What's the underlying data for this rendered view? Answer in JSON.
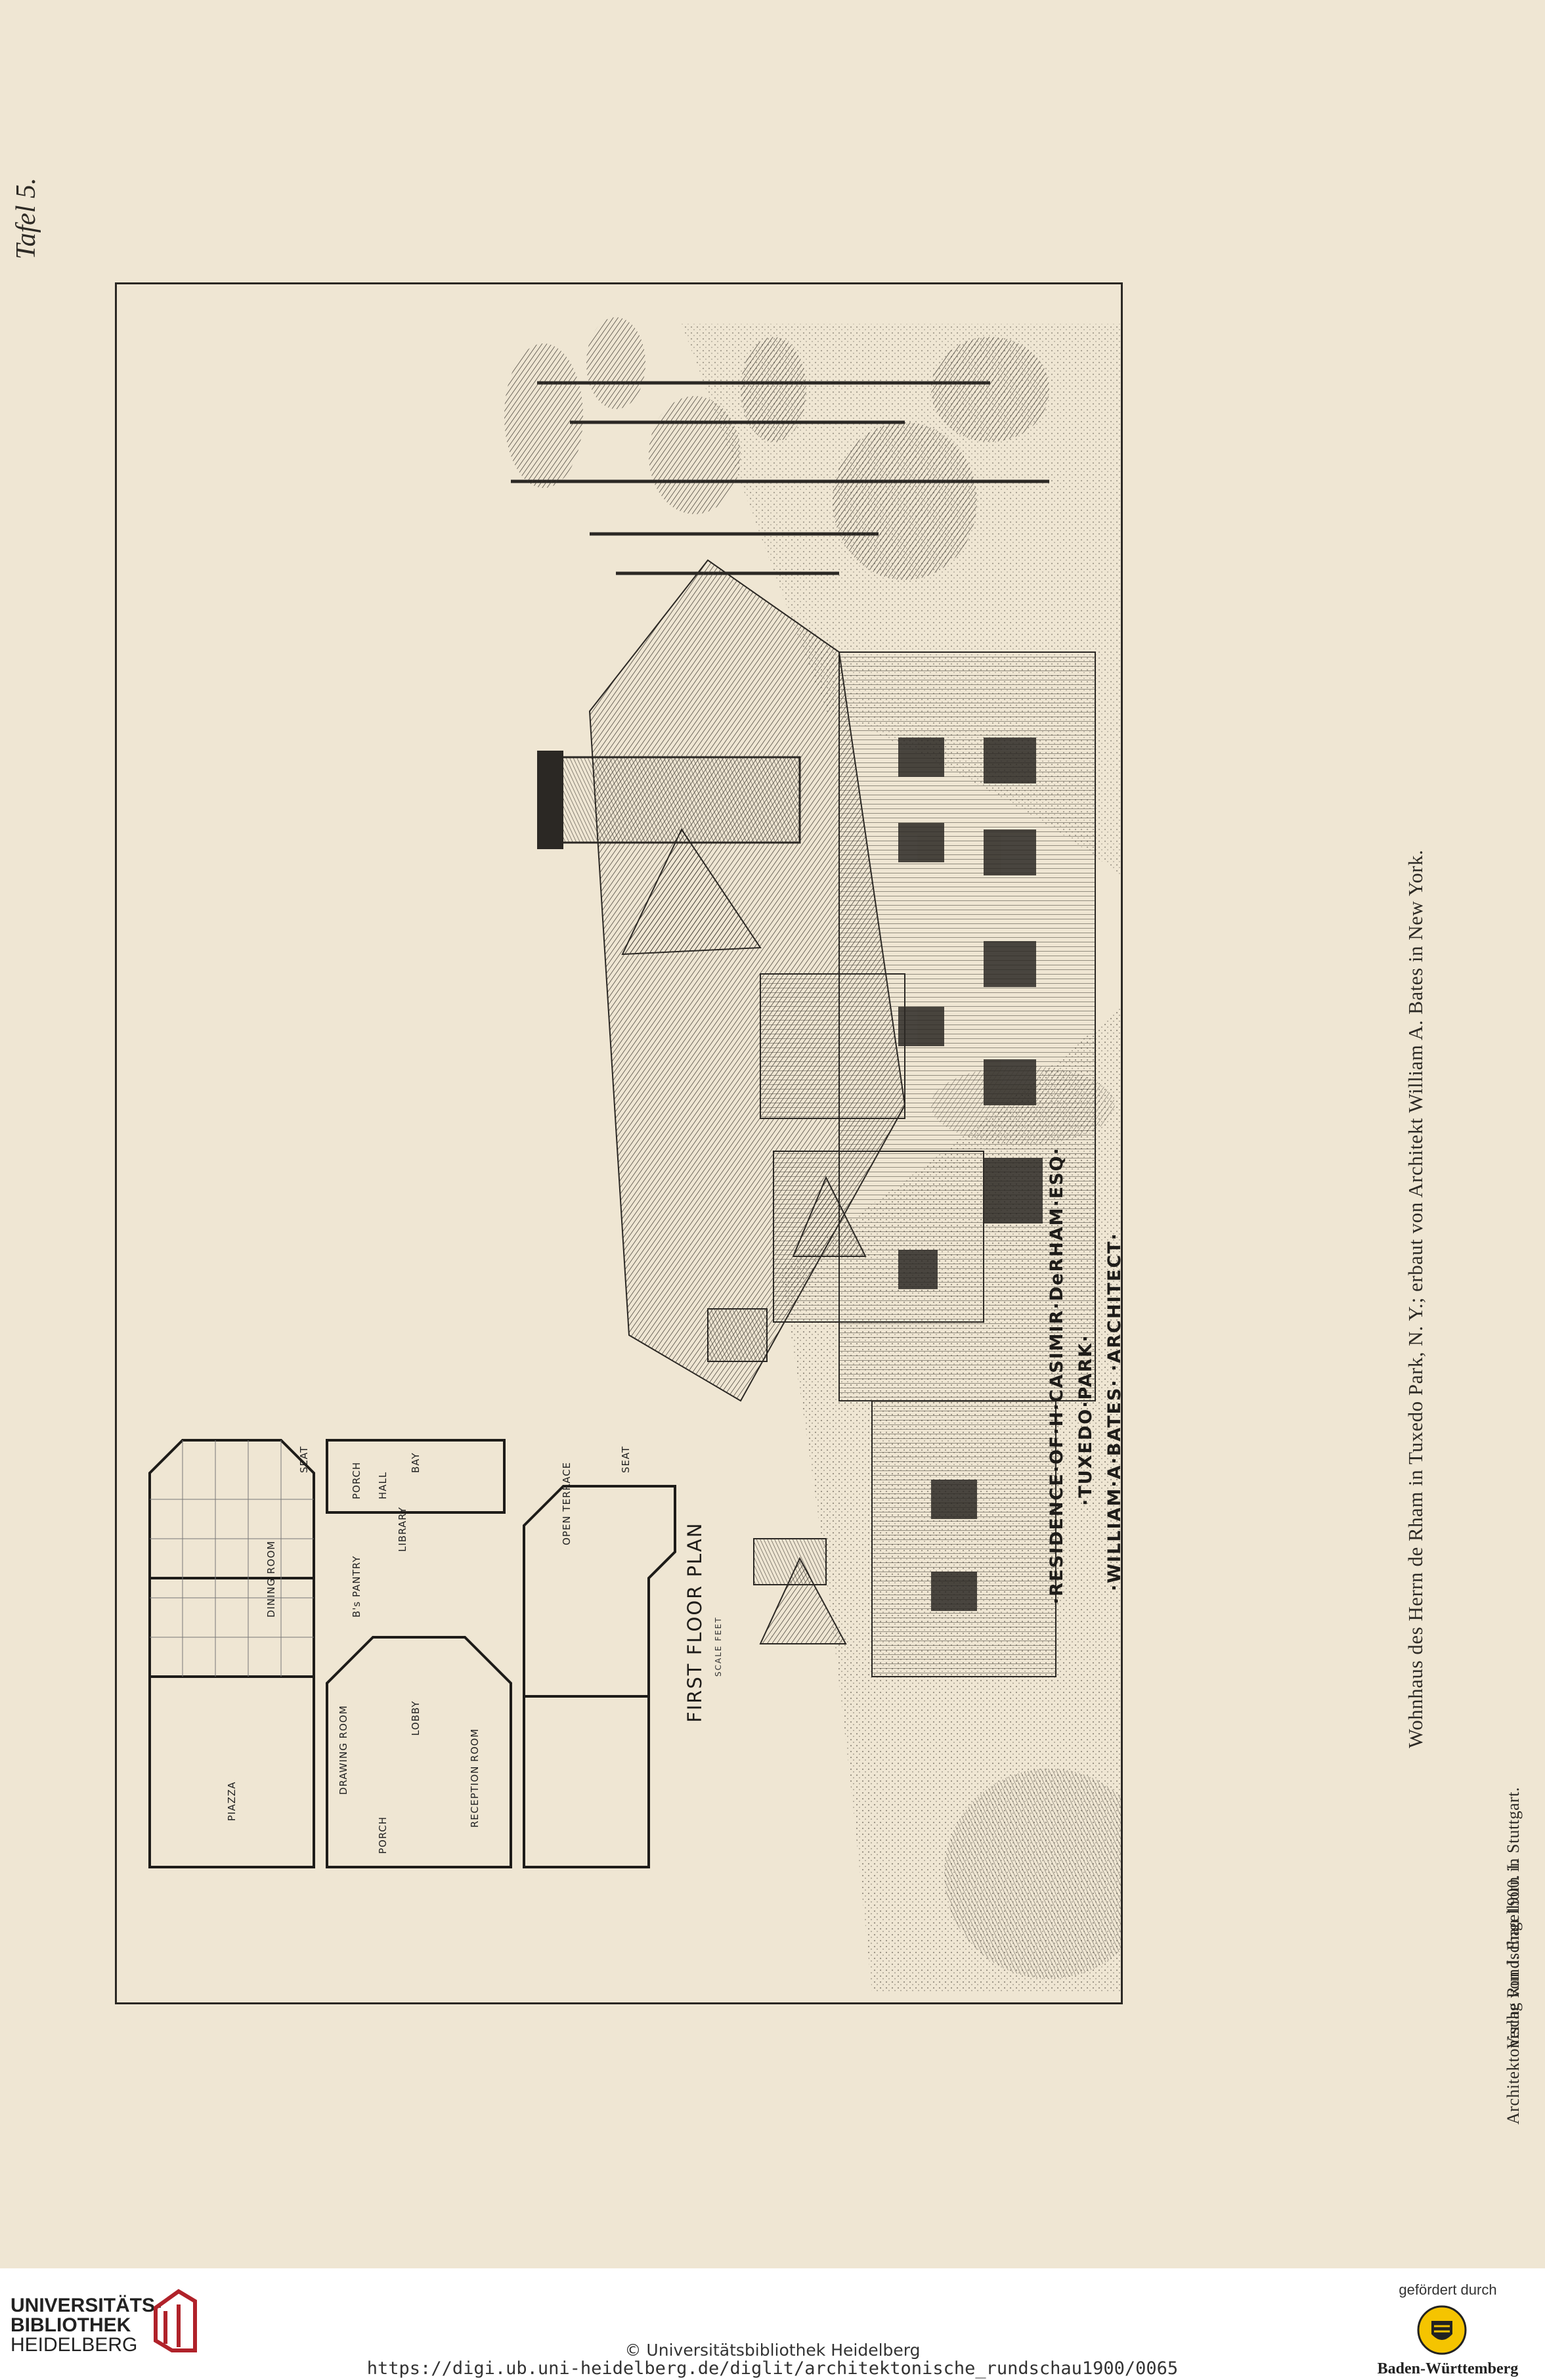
{
  "plate": {
    "tafel": "Tafel 5.",
    "caption": "Wohnhaus des Herrn de Rham in Tuxedo Park, N. Y.; erbaut von Architekt William A. Bates in New York.",
    "publisher": "Verlag von J. Engelhorn in Stuttgart.",
    "journal": "Architektonische Rundschau 1900.  I."
  },
  "drawing": {
    "residence_lines": [
      "·RESIDENCE·OF·H·CASIMIR·DeRHAM·ESQ·",
      "·TUXEDO·PARK·",
      "·WILLIAM·A·BATES·   ·ARCHITECT·"
    ],
    "plan": {
      "title": "FIRST FLOOR PLAN",
      "scale": "SCALE FEET",
      "rooms": {
        "open_terrace": "OPEN TERRACE",
        "library": "LIBRARY",
        "hall": "HALL",
        "bay": "BAY",
        "porch_upper": "PORCH",
        "dining_room": "DINING ROOM",
        "butlers_pantry": "B's PANTRY",
        "drawing_room": "DRAWING ROOM",
        "lobby": "LOBBY",
        "porch_lower": "PORCH",
        "piazza": "PIAZZA",
        "reception_room": "RECEPTION ROOM",
        "seat_1": "SEAT",
        "seat_2": "SEAT"
      }
    }
  },
  "footer": {
    "library_name_1": "UNIVERSITÄTS-",
    "library_name_2": "BIBLIOTHEK",
    "library_name_3": "HEIDELBERG",
    "copyright": "© Universitätsbibliothek Heidelberg",
    "url": "https://digi.ub.uni-heidelberg.de/diglit/architektonische_rundschau1900/0065",
    "funded_by": "gefördert durch",
    "funder": "Baden-Württemberg"
  }
}
